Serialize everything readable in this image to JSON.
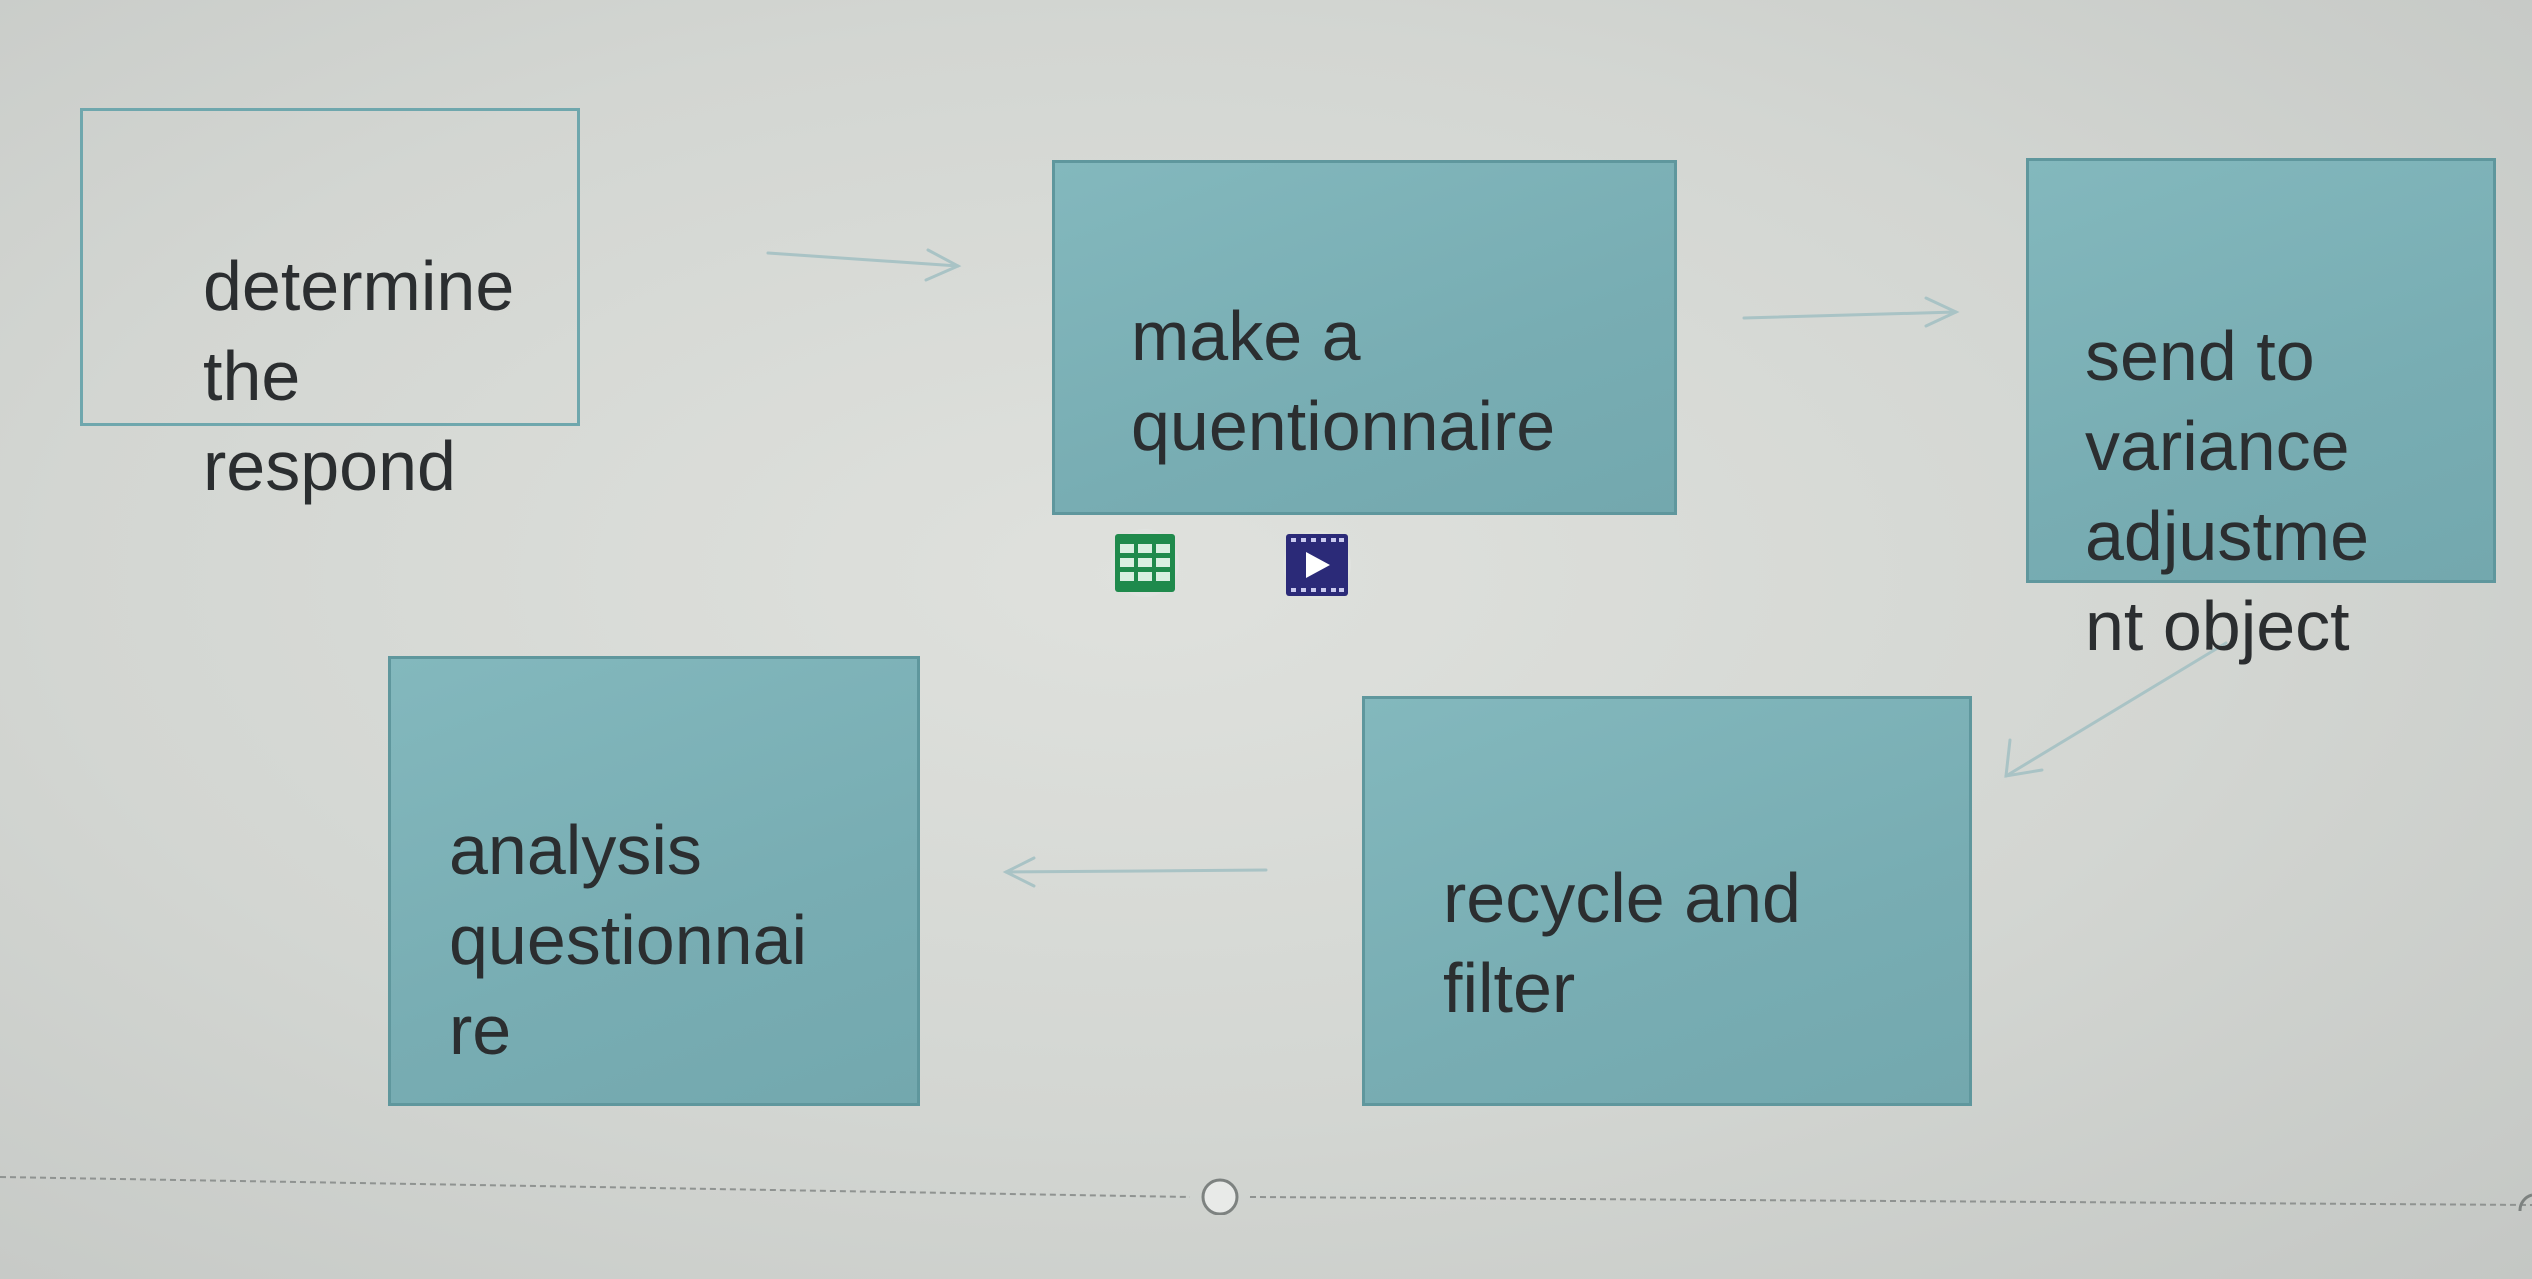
{
  "nodes": {
    "determine": "determine the\nrespond",
    "make": "make a\nquentionnaire",
    "send": "send to\nvariance\nadjustme\nnt object",
    "analysis": "analysis\nquestionnai\nre",
    "recycle": "recycle and\nfilter"
  },
  "colors": {
    "node_fill": "#78adb3",
    "node_border": "#5f979d",
    "connector": "#a9c3c5",
    "table_icon": "#1f8a4c",
    "video_icon": "#2b2a78"
  },
  "icons": {
    "table": "table-icon",
    "video": "video-icon"
  }
}
